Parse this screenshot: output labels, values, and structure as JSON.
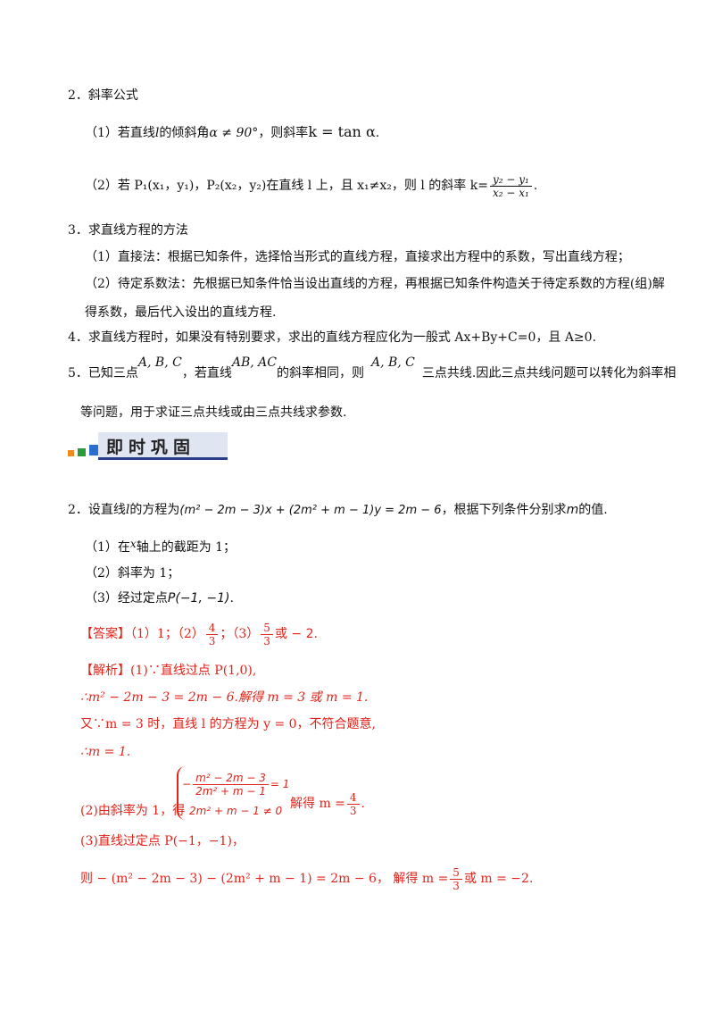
{
  "section2": {
    "heading": "2．斜率公式",
    "item1_prefix": "（1）若直线",
    "item1_l": "l",
    "item1_mid": "的倾斜角",
    "item1_cond": "α ≠ 90°",
    "item1_then": "，则斜率",
    "item1_formula": "k = tan α",
    "item1_end": ".",
    "item2_text": "（2）若 P₁(x₁，y₁)，P₂(x₂，y₂)在直线 l 上，且 x₁≠x₂，则 l 的斜率 k=",
    "item2_num": "y₂ − y₁",
    "item2_den": "x₂ − x₁",
    "item2_end": "."
  },
  "section3": {
    "heading": "3．求直线方程的方法",
    "line1": "（1）直接法：根据已知条件，选择恰当形式的直线方程，直接求出方程中的系数，写出直线方程；",
    "line2": "（2）待定系数法：先根据已知条件恰当设出直线的方程，再根据已知条件构造关于待定系数的方程(组)解",
    "line3": "得系数，最后代入设出的直线方程."
  },
  "section4": {
    "text": "4．求直线方程时，如果没有特别要求，求出的直线方程应化为一般式 Ax+By+C=0，且 A≥0."
  },
  "section5": {
    "p1": "5．已知三点",
    "abc": "A, B, C",
    "p2": "，若直线",
    "abac": "AB, AC",
    "p3": "的斜率相同，则",
    "abc2": "A, B, C",
    "p4": "三点共线.因此三点共线问题可以转化为斜率相",
    "line2": "等问题，用于求证三点共线或由三点共线求参数."
  },
  "banner": {
    "title": "即时巩固"
  },
  "problem": {
    "stem_a": "2．设直线",
    "stem_l": "l",
    "stem_b": "的方程为",
    "stem_eq": "(m² − 2m − 3)x + (2m² + m − 1)y = 2m − 6",
    "stem_c": "，根据下列条件分别求",
    "stem_m": "m",
    "stem_d": "的值.",
    "q1_a": "（1）在",
    "q1_x": "x",
    "q1_b": "轴上的截距为 1；",
    "q2": "（2）斜率为 1；",
    "q3_a": "（3）经过定点",
    "q3_p": "P(−1, −1)",
    "q3_b": "."
  },
  "answer": {
    "label": "【答案】",
    "a1": "（1）1；（2）",
    "f1_num": "4",
    "f1_den": "3",
    "a2": "；（3）",
    "f2_num": "5",
    "f2_den": "3",
    "a3": "或 − 2",
    "a4": "."
  },
  "analysis": {
    "label": "【解析】",
    "l1": "(1)∵直线过点 P(1,0),",
    "l2": "∴m² − 2m − 3 = 2m − 6.解得 m = 3 或 m = 1.",
    "l3": "又∵m = 3 时，直线 l 的方程为 y = 0，不符合题意,",
    "l4": "∴m = 1.",
    "sys1_num": "m² − 2m − 3",
    "sys1_den": "2m² + m − 1",
    "sys1_rhs": "= 1",
    "sys1_neg": "−",
    "sys2": "2m² + m − 1 ≠ 0",
    "l5_a": "(2)由斜率为 1，得",
    "l5_b": "解得 m =",
    "l5_num": "4",
    "l5_den": "3",
    "l5_end": ".",
    "l6": "(3)直线过定点 P(−1，−1)，",
    "l7_a": "则 − (m² − 2m − 3) − (2m² + m − 1) = 2m − 6，  解得 m =",
    "l7_num": "5",
    "l7_den": "3",
    "l7_b": "或 m = −2."
  },
  "colors": {
    "answer_red": "#e0241b",
    "banner_blue": "#2a3f86"
  }
}
